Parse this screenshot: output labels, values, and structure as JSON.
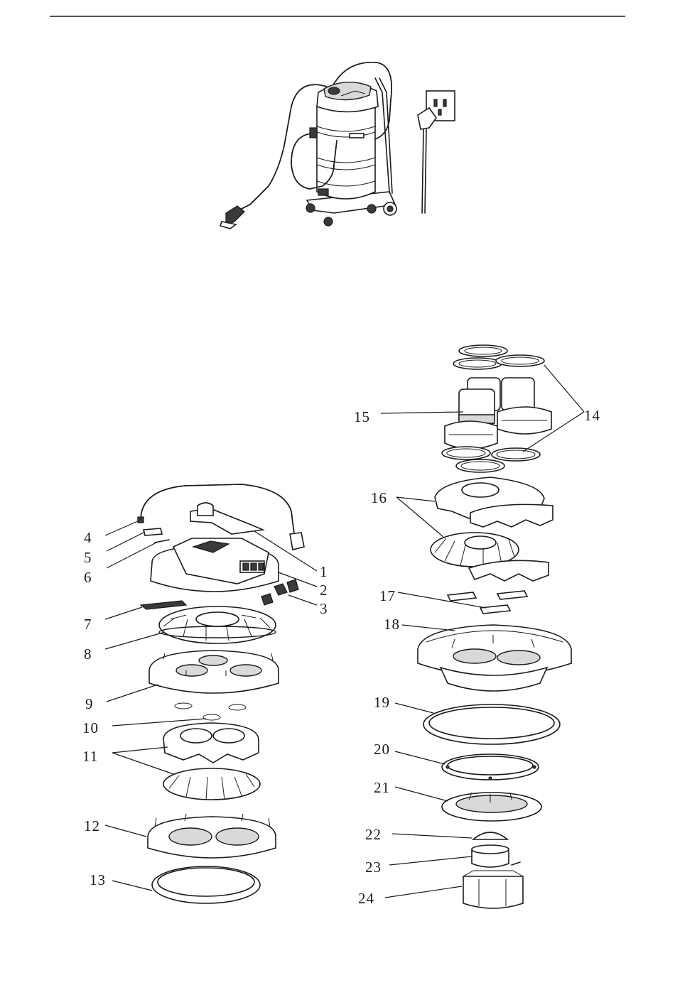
{
  "callouts": {
    "n1": "1",
    "n2": "2",
    "n3": "3",
    "n4": "4",
    "n5": "5",
    "n6": "6",
    "n7": "7",
    "n8": "8",
    "n9": "9",
    "n10": "10",
    "n11": "11",
    "n12": "12",
    "n13": "13",
    "n14": "14",
    "n15": "15",
    "n16": "16",
    "n17": "17",
    "n18": "18",
    "n19": "19",
    "n20": "20",
    "n21": "21",
    "n22": "22",
    "n23": "23",
    "n24": "24"
  }
}
